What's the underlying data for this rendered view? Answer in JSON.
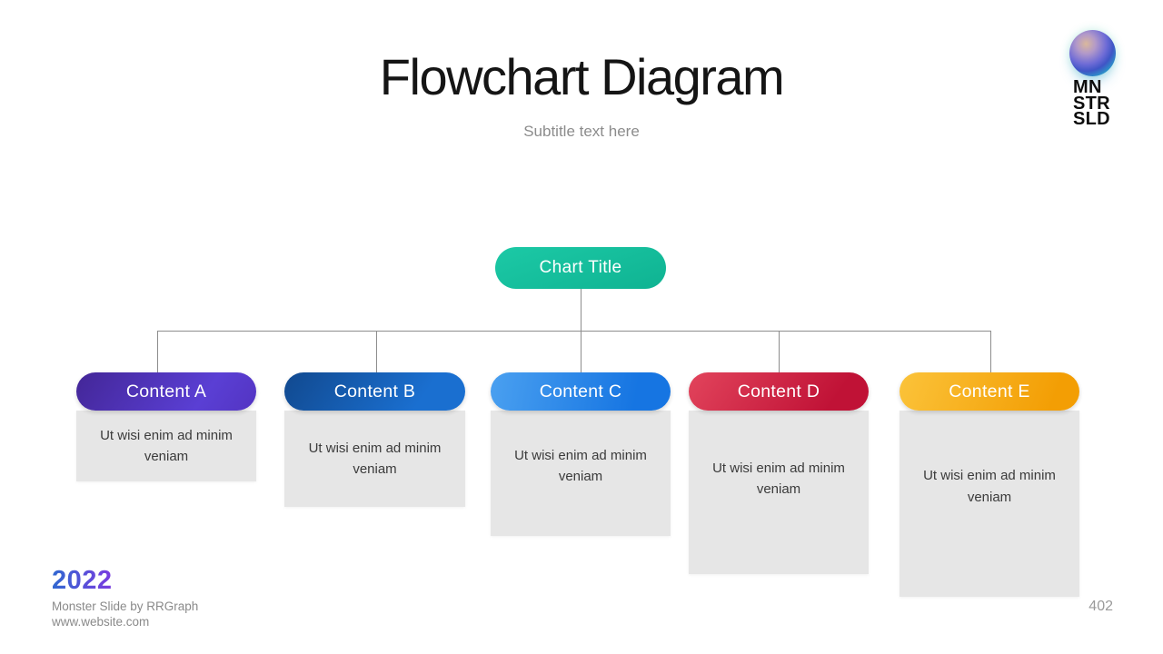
{
  "slide": {
    "title": "Flowchart Diagram",
    "subtitle": "Subtitle text here"
  },
  "logo": {
    "lines": [
      "MN",
      "STR",
      "SLD"
    ]
  },
  "flowchart": {
    "root": {
      "label": "Chart Title",
      "color": "#14BE9C"
    },
    "connector_color": "#8D8D8D",
    "body_background": "#E6E6E6",
    "nodes": [
      {
        "label": "Content A",
        "body": "Ut wisi enim ad minim veniam",
        "accent_start": "#432697",
        "accent_end": "#5A3FD4"
      },
      {
        "label": "Content B",
        "body": "Ut wisi enim ad minim veniam",
        "accent_start": "#11498F",
        "accent_end": "#1A6FD0"
      },
      {
        "label": "Content C",
        "body": "Ut wisi enim ad minim veniam",
        "accent_start": "#4AA0F0",
        "accent_end": "#1675E2"
      },
      {
        "label": "Content D",
        "body": "Ut wisi enim ad minim veniam",
        "accent_start": "#E2445C",
        "accent_end": "#C01236"
      },
      {
        "label": "Content E",
        "body": "Ut wisi enim ad minim veniam",
        "accent_start": "#FBC33A",
        "accent_end": "#F39E04"
      }
    ]
  },
  "footer": {
    "year": "2022",
    "credit": "Monster Slide  by RRGraph",
    "website": "www.website.com",
    "page_number": "402"
  }
}
